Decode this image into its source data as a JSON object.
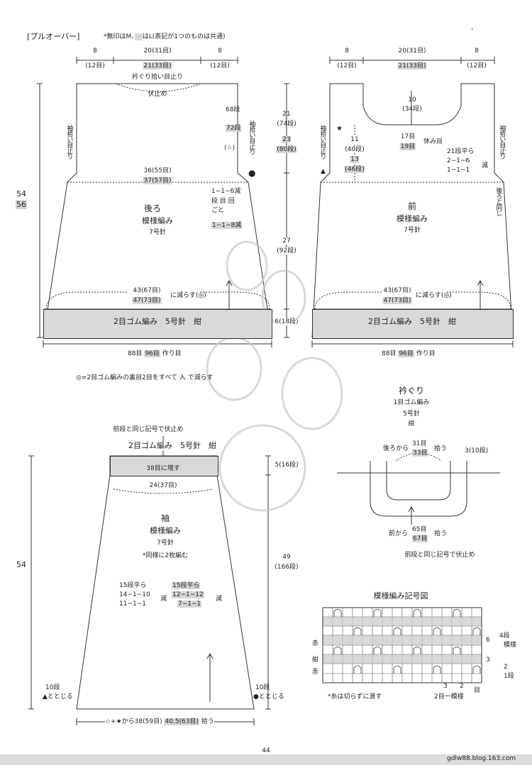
{
  "header": {
    "title": "[プルオーバー]",
    "note": "*無印はM、",
    "note_hl": "　",
    "note2": "はL(表記が1つのものは共通)"
  },
  "back": {
    "top_dims": {
      "left": "8",
      "left_sub": "(12目)",
      "center": "20(31目)",
      "center_hl": "21(33目)",
      "right": "8",
      "right_sub": "(12目)"
    },
    "neck_pickup": "衿ぐり拾い目止り",
    "bind_off": "伏止め",
    "sleeve_stop_left": "袖拾い目止り",
    "sleeve_stop_right": "袖拾い目止り",
    "rows_right": "68段",
    "rows_right_hl": "72段",
    "rows_mark": "(☆)",
    "width_mid": "36(55目)",
    "width_mid_hl": "37(57目)",
    "decrease": "1−1−6減",
    "decrease_sub": "段 目 回",
    "decrease_sub2": "ごと",
    "decrease_hl": "1−1−8減",
    "name": "後ろ",
    "pattern": "模様編み",
    "needle": "7号針",
    "height_total": "54",
    "height_total_hl": "56",
    "bottom_width": "43(67目)",
    "bottom_width_hl": "47(73目)",
    "reduce_note": "に減らす(◎)",
    "rib_label": "2目ゴム編み　5号針　紺",
    "cast_on": "88目",
    "cast_on_hl": "96目",
    "cast_on_tail": "作り目"
  },
  "center_col": {
    "h1": "21",
    "h1_sub": "(74段)",
    "h1_hl": "23",
    "h1_hl_sub": "(80段)",
    "h2": "27",
    "h2_sub": "(92段)",
    "h3": "6(18段)"
  },
  "front": {
    "top_dims": {
      "left": "8",
      "left_sub": "(12目)",
      "center": "20(31目)",
      "center_hl": "21(33目)",
      "right": "8",
      "right_sub": "(12目)"
    },
    "neck_depth": "10",
    "neck_depth_sub": "(34段)",
    "sleeve_stop_left": "袖拾い目止り",
    "sleeve_stop_right": "袖拾い目止り",
    "star": "★",
    "side_rows": "11",
    "side_rows_sub": "(40段)",
    "side_rows_hl": "13",
    "side_rows_hl_sub": "(46段)",
    "rest": "17目",
    "rest_hl": "19目",
    "rest_label": "休み目",
    "dec1": "21段平ら",
    "dec2": "2−1−6",
    "dec3": "1−1−1",
    "dec_tail": "減",
    "same_as_back": "後ろと同じ",
    "name": "前",
    "pattern": "模様編み",
    "needle": "7号針",
    "bottom_width": "43(67目)",
    "bottom_width_hl": "47(73目)",
    "reduce_note": "に減らす(◎)",
    "rib_label": "2目ゴム編み　5号針　紺",
    "cast_on": "88目",
    "cast_on_hl": "96目",
    "cast_on_tail": "作り目"
  },
  "note_rib": "◎=2目ゴム編みの裏目2目をすべて 入 で減らす",
  "sleeve": {
    "top_note": "前段と同じ記号で伏止め",
    "rib_label": "2目ゴム編み　5号針　紺",
    "increase": "38目に増す",
    "width": "24(37目)",
    "rib_height": "5(16段)",
    "name": "袖",
    "pattern": "模様編み",
    "needle": "7号針",
    "two_pieces": "*同様に2枚編む",
    "dec_a1": "15段平ら",
    "dec_a2": "14−1−10",
    "dec_a3": "11−1−1",
    "dec_a_tail": "減",
    "dec_b1": "15段平ら",
    "dec_b2": "12−1−12",
    "dec_b3": "7−1−1",
    "dec_b_tail": "減",
    "height": "54",
    "height_right": "49",
    "height_right_sub": "(166段)",
    "end_left": "10段",
    "end_left2": "▲ととじる",
    "end_right": "10段",
    "end_right2": "●ととじる",
    "bottom": "☆+★から38(59目)",
    "bottom_hl": "40.5(63目)",
    "bottom_tail": "拾う"
  },
  "neckband": {
    "title": "衿ぐり",
    "pattern": "1目ゴム編み",
    "needle": "5号針",
    "color": "紺",
    "back_from": "後ろから",
    "back_count": "31目",
    "back_count_hl": "33目",
    "pick": "拾う",
    "height": "3(10段)",
    "front_from": "前から",
    "front_count": "65目",
    "front_count_hl": "67目",
    "front_pick": "拾う",
    "bind_note": "前段と同じ記号で伏止め"
  },
  "chart": {
    "title": "模様編み記号図",
    "rows_left": [
      "赤",
      "紺",
      "赤"
    ],
    "right_nums": [
      "6",
      "3"
    ],
    "right_labels": [
      "4段",
      "模様",
      "2",
      "1段"
    ],
    "bottom_nums": [
      "3",
      "2"
    ],
    "bottom_label": "2目一模様",
    "bottom_tail": "目",
    "note": "*糸は切らずに渡す"
  },
  "page_number": "44",
  "url": "gdlw88.blog.163.com"
}
